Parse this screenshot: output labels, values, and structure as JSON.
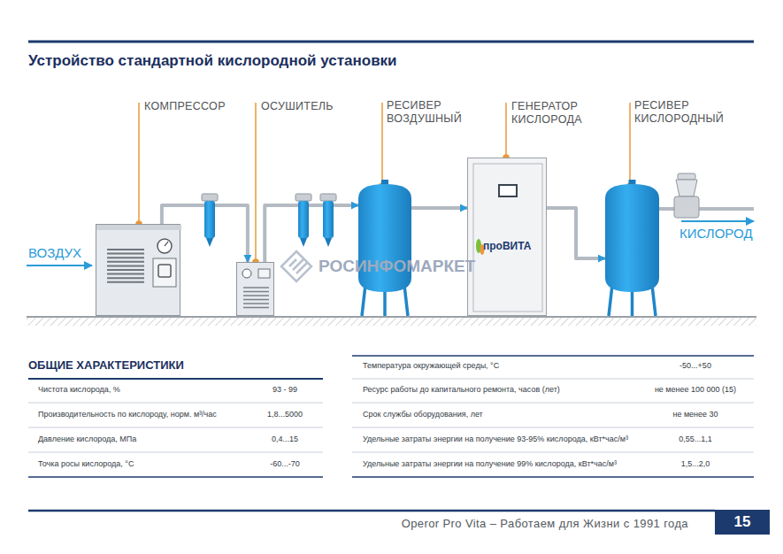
{
  "diagram": {
    "title": "Устройство стандартной кислородной установки",
    "nodes": [
      {
        "text": [
          "КОМПРЕССОР"
        ]
      },
      {
        "text": [
          "ОСУШИТЕЛЬ"
        ]
      },
      {
        "text": [
          "РЕСИВЕР ВОЗДУШНЫЙ"
        ]
      },
      {
        "text": [
          "ГЕНЕРАТОР КИСЛОРОДА"
        ]
      },
      {
        "text": [
          "РЕСИВЕР КИСЛОРОДНЫЙ"
        ]
      }
    ],
    "edges": [
      {
        "from": 0,
        "to": 1,
        "arrow": "to"
      },
      {
        "from": 1,
        "to": 2,
        "arrow": "to"
      },
      {
        "from": 2,
        "to": 3,
        "arrow": "to"
      },
      {
        "from": 3,
        "to": 4,
        "arrow": "to"
      }
    ],
    "labels": [
      "ВОЗДУХ",
      "КИСЛОРОД",
      "проВИТА",
      "РОСИНФОМАРКЕТ",
      "ОБЩИЕ ХАРАКТЕРИСТИКИ",
      "Чистота кислорода, %",
      "93 - 99",
      "Производительность по кислороду, норм. м³/час",
      "1,8...5000",
      "Давление кислорода, МПа",
      "0,4...15",
      "Точка росы кислорода, °С",
      "-60...-70",
      "Температура окружающей среды, °С",
      "-50...+50",
      "Ресурс работы до капитального ремонта, часов (лет)",
      "не менее 100 000 (15)",
      "Срок службы оборудования, лет",
      "не менее 30",
      "Удельные затраты энергии на получение 93-95% кислорода, кВт*час/м³",
      "0,55...1,1",
      "Удельные затраты энергии на получение 99% кислорода, кВт*час/м³",
      "1,5...2,0",
      "Operor Pro Vita – Работаем для Жизни с 1991 года",
      "15"
    ]
  }
}
